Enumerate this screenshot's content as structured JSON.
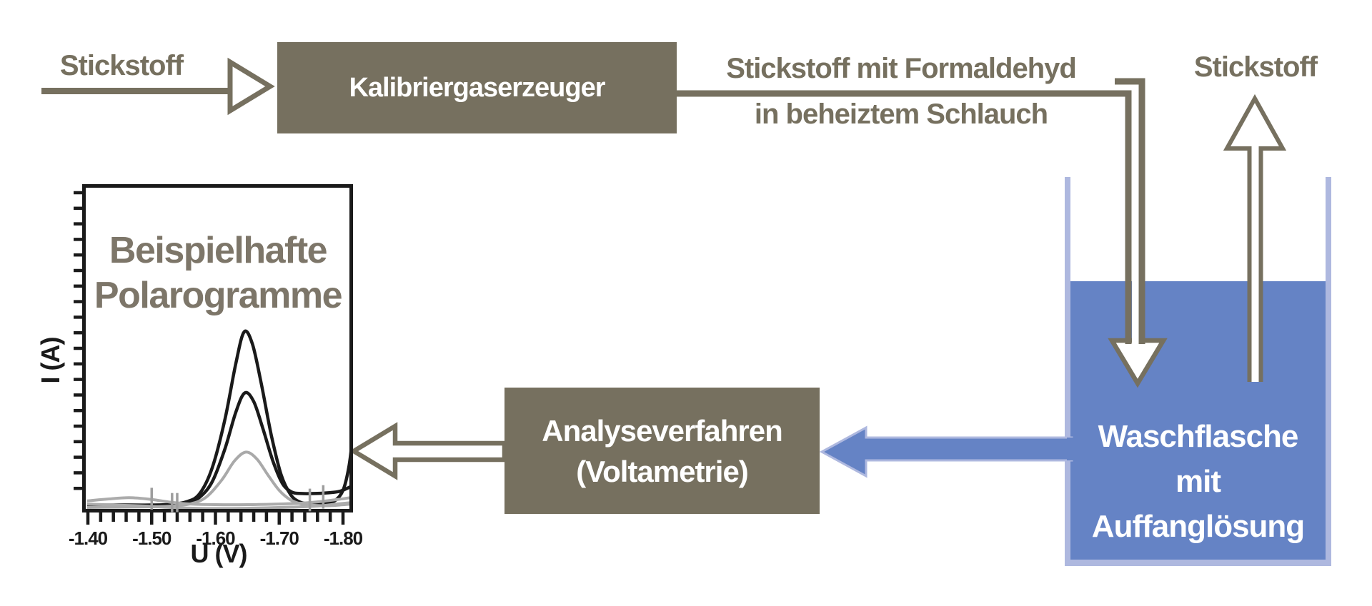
{
  "colors": {
    "brown": "#76705f",
    "title_brown": "#7d7669",
    "blue_fill": "#6583c5",
    "blue_light": "#aeb8df",
    "curve_black": "#1a1a1a",
    "curve_gray": "#a9a9a9",
    "marker_gray": "#9e9e9e"
  },
  "flow": {
    "nitrogen_in_label": "Stickstoff",
    "generator_box_label": "Kalibriergaserzeuger",
    "transfer_label_line1": "Stickstoff mit Formaldehyd",
    "transfer_label_line2": "in beheiztem Schlauch",
    "nitrogen_out_label": "Stickstoff",
    "wash_bottle_line1": "Waschflasche",
    "wash_bottle_line2": "mit",
    "wash_bottle_line3": "Auffanglösung",
    "analysis_box_line1": "Analyseverfahren",
    "analysis_box_line2": "(Voltametrie)"
  },
  "chart_data": {
    "type": "line",
    "title": "Beispielhafte Polarogramme",
    "title_lines": [
      "Beispielhafte",
      "Polarogramme"
    ],
    "xlabel": "U (V)",
    "ylabel": "I (A)",
    "x_range": [
      -1.4,
      -1.81
    ],
    "x_descending": true,
    "y_axis_note": "unlabeled tick marks, current in arbitrary units (0 = baseline, 1 = tallest peak)",
    "grid": false,
    "legend": false,
    "x_ticks": {
      "major": [
        -1.4,
        -1.5,
        -1.6,
        -1.7,
        -1.8
      ],
      "labels": [
        "-1.40",
        "-1.50",
        "-1.60",
        "-1.70",
        "-1.80"
      ],
      "minor_step": 0.02
    },
    "marker_color": "#9e9e9e",
    "series": [
      {
        "name": "polarogram-high-concentration",
        "color": "#1a1a1a",
        "stroke_width": 4.5,
        "points": [
          [
            -1.394,
            0.004
          ],
          [
            -1.45,
            0.006
          ],
          [
            -1.5,
            0.006
          ],
          [
            -1.53,
            0.01
          ],
          [
            -1.555,
            0.025
          ],
          [
            -1.575,
            0.07
          ],
          [
            -1.595,
            0.22
          ],
          [
            -1.615,
            0.5
          ],
          [
            -1.632,
            0.82
          ],
          [
            -1.645,
            1.0
          ],
          [
            -1.658,
            0.93
          ],
          [
            -1.672,
            0.7
          ],
          [
            -1.688,
            0.4
          ],
          [
            -1.703,
            0.18
          ],
          [
            -1.718,
            0.065
          ],
          [
            -1.733,
            0.022
          ],
          [
            -1.75,
            0.013
          ],
          [
            -1.77,
            0.013
          ],
          [
            -1.787,
            0.03
          ],
          [
            -1.8,
            0.09
          ],
          [
            -1.809,
            0.22
          ],
          [
            -1.814,
            0.36
          ]
        ]
      },
      {
        "name": "polarogram-medium-concentration",
        "color": "#1a1a1a",
        "stroke_width": 4.5,
        "points": [
          [
            -1.394,
            0.0
          ],
          [
            -1.45,
            0.002
          ],
          [
            -1.5,
            0.004
          ],
          [
            -1.53,
            0.008
          ],
          [
            -1.555,
            0.018
          ],
          [
            -1.575,
            0.05
          ],
          [
            -1.595,
            0.14
          ],
          [
            -1.615,
            0.33
          ],
          [
            -1.632,
            0.54
          ],
          [
            -1.646,
            0.65
          ],
          [
            -1.66,
            0.6
          ],
          [
            -1.674,
            0.45
          ],
          [
            -1.69,
            0.26
          ],
          [
            -1.705,
            0.13
          ],
          [
            -1.72,
            0.08
          ],
          [
            -1.735,
            0.072
          ],
          [
            -1.755,
            0.072
          ],
          [
            -1.775,
            0.076
          ],
          [
            -1.795,
            0.085
          ],
          [
            -1.814,
            0.115
          ]
        ]
      },
      {
        "name": "polarogram-low-concentration",
        "color": "#a9a9a9",
        "stroke_width": 4,
        "points": [
          [
            -1.394,
            -0.008
          ],
          [
            -1.45,
            -0.006
          ],
          [
            -1.5,
            -0.004
          ],
          [
            -1.53,
            0.0
          ],
          [
            -1.56,
            0.012
          ],
          [
            -1.585,
            0.05
          ],
          [
            -1.61,
            0.15
          ],
          [
            -1.63,
            0.26
          ],
          [
            -1.648,
            0.31
          ],
          [
            -1.665,
            0.27
          ],
          [
            -1.682,
            0.18
          ],
          [
            -1.7,
            0.09
          ],
          [
            -1.718,
            0.035
          ],
          [
            -1.735,
            0.012
          ],
          [
            -1.755,
            0.004
          ],
          [
            -1.775,
            0.002
          ],
          [
            -1.795,
            0.006
          ],
          [
            -1.814,
            0.012
          ]
        ]
      },
      {
        "name": "baseline-upper-gray",
        "color": "#ababab",
        "stroke_width": 4,
        "points": [
          [
            -1.394,
            0.028
          ],
          [
            -1.43,
            0.04
          ],
          [
            -1.465,
            0.048
          ],
          [
            -1.5,
            0.038
          ],
          [
            -1.53,
            0.022
          ],
          [
            -1.56,
            0.012
          ],
          [
            -1.6,
            0.008
          ],
          [
            -1.65,
            0.008
          ],
          [
            -1.7,
            0.012
          ],
          [
            -1.74,
            0.018
          ],
          [
            -1.77,
            0.028
          ],
          [
            -1.8,
            0.042
          ],
          [
            -1.814,
            0.05
          ]
        ]
      },
      {
        "name": "baseline-lower-gray",
        "color": "#ababab",
        "stroke_width": 4,
        "points": [
          [
            -1.394,
            0.012
          ],
          [
            -1.44,
            0.006
          ],
          [
            -1.49,
            0.0
          ],
          [
            -1.54,
            -0.01
          ],
          [
            -1.6,
            -0.014
          ],
          [
            -1.66,
            -0.012
          ],
          [
            -1.72,
            -0.006
          ],
          [
            -1.76,
            0.0
          ],
          [
            -1.79,
            0.012
          ],
          [
            -1.814,
            0.02
          ]
        ]
      }
    ],
    "cursor_markers": [
      {
        "v": -1.5,
        "i1": -0.02,
        "i2": 0.105
      },
      {
        "v": -1.532,
        "i1": -0.035,
        "i2": 0.075
      },
      {
        "v": -1.54,
        "i1": -0.035,
        "i2": 0.075
      },
      {
        "v": -1.748,
        "i1": -0.03,
        "i2": 0.1
      },
      {
        "v": -1.769,
        "i1": -0.015,
        "i2": 0.12
      }
    ]
  }
}
